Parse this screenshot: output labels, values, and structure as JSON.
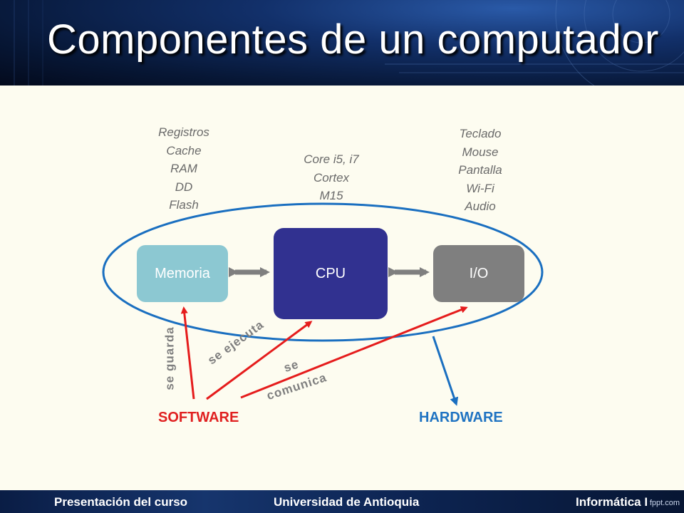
{
  "title": "Componentes de un computador",
  "notes": {
    "memoria": [
      "Registros",
      "Cache",
      "RAM",
      "DD",
      "Flash"
    ],
    "cpu": [
      "Core i5, i7",
      "Cortex",
      "M15"
    ],
    "io": [
      "Teclado",
      "Mouse",
      "Pantalla",
      "Wi-Fi",
      "Audio"
    ]
  },
  "boxes": {
    "memoria": "Memoria",
    "cpu": "CPU",
    "io": "I/O"
  },
  "labels": {
    "software": "SOFTWARE",
    "hardware": "HARDWARE"
  },
  "arrows": {
    "guarda": "se guarda",
    "ejecuta": "se ejecuta",
    "comunica_1": "se",
    "comunica_2": "comunica"
  },
  "footer": {
    "left": "Presentación del curso",
    "center": "Universidad de Antioquia",
    "right": "Informática I"
  },
  "watermark": "fppt.com",
  "colors": {
    "memoria_box": "#8cc8d2",
    "cpu_box": "#313190",
    "io_box": "#7f7f7f",
    "software": "#e02020",
    "hardware": "#1f73c2",
    "red_arrow": "#e51c1c",
    "blue_line": "#1a6fc0"
  }
}
